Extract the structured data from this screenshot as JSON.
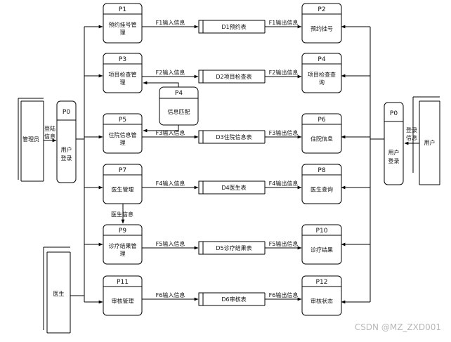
{
  "actors": {
    "admin": "管理员",
    "user": "用户",
    "doctor": "医生"
  },
  "login": {
    "admin": {
      "id": "P0",
      "line1": "用户",
      "line2": "登录",
      "flow": [
        "登陆",
        "信息"
      ]
    },
    "user": {
      "id": "P0",
      "line1": "用户",
      "line2": "登录",
      "flow": [
        "登录",
        "信息"
      ]
    }
  },
  "rows": [
    {
      "left": {
        "id": "P1",
        "lines": [
          "预约挂号管",
          "理"
        ]
      },
      "flow_in": "F1输入信息",
      "store": "D1预约表",
      "flow_out": "F1输出信息",
      "right": {
        "id": "P2",
        "lines": [
          "预约挂号"
        ]
      }
    },
    {
      "left": {
        "id": "P3",
        "lines": [
          "项目检查管",
          "理"
        ]
      },
      "flow_in": "F2输入信息",
      "store": "D2项目检查表",
      "flow_out": "F2输出信息",
      "right": {
        "id": "P4",
        "lines": [
          "项目检查查",
          "询"
        ]
      }
    },
    {
      "left": {
        "id": "P5",
        "lines": [
          "住院信息管",
          "理"
        ]
      },
      "flow_in": "F3输入信息",
      "store": "D3住院信息表",
      "flow_out": "F3输出信息",
      "right": {
        "id": "P6",
        "lines": [
          "住院信息"
        ]
      }
    },
    {
      "left": {
        "id": "P7",
        "lines": [
          "医生管理"
        ]
      },
      "flow_in": "F4输入信息",
      "store": "D4医生表",
      "flow_out": "F4输出信息",
      "right": {
        "id": "P8",
        "lines": [
          "医生查询"
        ]
      }
    },
    {
      "left": {
        "id": "P9",
        "lines": [
          "诊疗结果管",
          "理"
        ]
      },
      "flow_in": "F5输入信息",
      "store": "D5诊疗结果表",
      "flow_out": "F5输出信息",
      "right": {
        "id": "P10",
        "lines": [
          "诊疗结果"
        ]
      }
    },
    {
      "left": {
        "id": "P11",
        "lines": [
          "审核管理"
        ]
      },
      "flow_in": "F6输入信息",
      "store": "D6审核表",
      "flow_out": "F6输出信息",
      "right": {
        "id": "P12",
        "lines": [
          "审核状态"
        ]
      }
    }
  ],
  "match": {
    "id": "P4",
    "label": "信息匹配"
  },
  "doctor_flow": "医生信息",
  "watermark": "CSDN @MZ_ZXD001"
}
